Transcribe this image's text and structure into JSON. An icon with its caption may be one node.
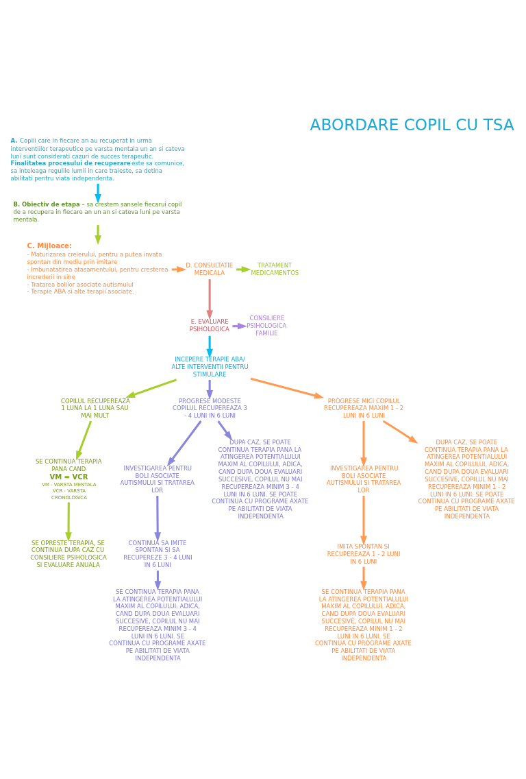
{
  "diagram": {
    "title": "ABORDARE COPIL CU TSA",
    "nodes": [
      {
        "text": [
          "**A.** Copiii care in fiecare an au recuperat in urma interventiilor terapeutice pe varsta mentala un an si cateva luni sunt considerati cazuri de succes terapeutic. **Finalitatea procesului de recuperare** este sa comunice, sa inteleaga regulile lumii in care traieste, sa detina abilitati pentru viata independenta."
        ]
      },
      {
        "text": [
          "**B. Obiectiv de etapa** – sa crestem sansele fiecarui copil de a recupera in fiecare an un an si cateva luni pe varsta mentala."
        ]
      },
      {
        "text": [
          "C. Mijloace:",
          "- Maturizarea creierului, pentru a putea invata spontan din mediu prin imitare",
          "- Imbunatatirea atasamentului, pentru cresterea increderii in sine",
          "- Tratarea bolilor asociate autismului",
          "- Terapie ABA si alte terapii asociate."
        ]
      },
      {
        "text": [
          "D. CONSULTATIE MEDICALA"
        ]
      },
      {
        "text": [
          "TRATAMENT MEDICAMENTOS"
        ]
      },
      {
        "text": [
          "E. EVALUARE PSIHOLOGICA"
        ]
      },
      {
        "text": [
          "CONSILIERE PSIHOLOGICA FAMILIE"
        ]
      },
      {
        "text": [
          "INCEPERE TERAPIE ABA/ ALTE INTERVENTII PENTRU STIMULARE"
        ]
      },
      {
        "text": [
          "COPILUL RECUPEREAZA 1 LUNA LA 1 LUNA SAU MAI MULT"
        ]
      },
      {
        "text": [
          "PROGRESE MODESTE COPILUL RECUPEREAZA 3 - 4 LUNI IN 6 LUNI"
        ]
      },
      {
        "text": [
          "PROGRESE MICI COPILUL RECUPEREAZA MAXIM 1 - 2 LUNI IN 6 LUNI"
        ]
      },
      {
        "text": [
          "SE CONTINUA TERAPIA PANA CAND",
          "VM = VCR",
          "VM - VARSTA MENTALA",
          "VCR - VARSTA CRONOLOGICA"
        ]
      },
      {
        "text": [
          "SE OPRESTE TERAPIA, SE CONTINUA DUPA CAZ CU CONSILIERE PSIHOLOGICA SI EVALUARE ANUALA"
        ]
      },
      {
        "text": [
          "INVESTIGAREA PENTRU BOLI ASOCIATE AUTISMULUI SI TRATAREA LOR"
        ]
      },
      {
        "text": [
          "DUPA CAZ, SE POATE CONTINUA TERAPIA PANA LA ATINGEREA POTENTIALULUI MAXIM AL COPILULUI, ADICA, CAND DUPA DOUA EVALUARI SUCCESIVE, COPILUL NU MAI RECUPEREAZA MINIM 3 - 4 LUNI IN 6 LUNI. SE POATE CONTINUA CU PROGRAME AXATE PE ABILITATI DE VIATA INDEPENDENTA"
        ]
      },
      {
        "text": [
          "CONTINUA SA IMITE SPONTAN SI SA RECUPEREZE 3 - 4 LUNI IN 6 LUNI"
        ]
      },
      {
        "text": [
          "SE CONTINUA TERAPIA PANA LA ATINGEREA POTENTIALULUI MAXIM AL COPILULUI. ADICA, CAND DUPA DOUA EVALUARI SUCCESIVE, COPILUL NU MAI RECUPEREAZA MINIM 3 - 4 LUNI IN 6 LUNI. SE CONTINUA CU PROGRAME AXATE PE ABILITATI DE VIATA INDEPENDENTA"
        ]
      },
      {
        "text": [
          "INVESTIGAREA PENTRU BOLI ASOCIATE AUTISMULUI SI TRATAREA LOR"
        ]
      },
      {
        "text": [
          "DUPA CAZ, SE POATE CONTINUA TERAPIA PANA LA ATINGEREA POTENTIALULUI MAXIM AL COPILULUI, ADICA, CAND DUPA DOUA EVALUARI SUCCESIVE, COPILUL NU MAI RECUPEREAZA MINIM 1 - 2 LUNI IN 6 LUNI. SE POATE CONTINUA CU PROGRAME AXATE PE ABILITATI DE VIATA INDEPENDENTA"
        ]
      },
      {
        "text": [
          "IMITA SPONTAN SI RECUPEREAZA 1 - 2 LUNI IN 6 LUNI"
        ]
      },
      {
        "text": [
          "SE CONTINUA TERAPIA PANA LA ATINGEREA POTENTIALULUI MAXIM AL COPILULUI. ADICA, CAND DUPA DOUA EVALUARI SUCCESIVE, COPILUL NU MAI RECUPEREAZA MINIM 1 - 2 LUNI IN 6 LUNI. SE CONTINUA CU PROGRAME AXATE PE ABILITATI DE VIATA INDEPENDENTA"
        ]
      }
    ],
    "edges": [
      {
        "from": 0,
        "to": 1,
        "arrow": "to",
        "color": "#00bfee"
      },
      {
        "from": 1,
        "to": 2,
        "arrow": "to",
        "color": "#a6cf2c"
      },
      {
        "from": 2,
        "to": 3,
        "arrow": "to",
        "color": "#ff9a52"
      },
      {
        "from": 3,
        "to": 4,
        "arrow": "to",
        "color": "#a6cf2c"
      },
      {
        "from": 3,
        "to": 5,
        "arrow": "to",
        "color": "#df8282"
      },
      {
        "from": 5,
        "to": 6,
        "arrow": "to",
        "color": "#a983e0"
      },
      {
        "from": 5,
        "to": 7,
        "arrow": "to",
        "color": "#00bfee"
      },
      {
        "from": 7,
        "to": 8,
        "arrow": "to",
        "color": "#a6cf2c"
      },
      {
        "from": 7,
        "to": 9,
        "arrow": "to",
        "color": "#8a86dc"
      },
      {
        "from": 7,
        "to": 10,
        "arrow": "to",
        "color": "#ff9a52"
      },
      {
        "from": 8,
        "to": 11,
        "arrow": "to",
        "color": "#a6cf2c"
      },
      {
        "from": 11,
        "to": 12,
        "arrow": "to",
        "color": "#a6cf2c"
      },
      {
        "from": 9,
        "to": 13,
        "arrow": "to",
        "color": "#8a86dc"
      },
      {
        "from": 9,
        "to": 14,
        "arrow": "to",
        "color": "#8a86dc"
      },
      {
        "from": 13,
        "to": 15,
        "arrow": "to",
        "color": "#8a86dc"
      },
      {
        "from": 15,
        "to": 16,
        "arrow": "to",
        "color": "#8a86dc"
      },
      {
        "from": 10,
        "to": 17,
        "arrow": "to",
        "color": "#ff9a52"
      },
      {
        "from": 10,
        "to": 18,
        "arrow": "to",
        "color": "#ff9a52"
      },
      {
        "from": 17,
        "to": 19,
        "arrow": "to",
        "color": "#ff9a52"
      },
      {
        "from": 19,
        "to": 20,
        "arrow": "to",
        "color": "#ff9a52"
      }
    ]
  }
}
